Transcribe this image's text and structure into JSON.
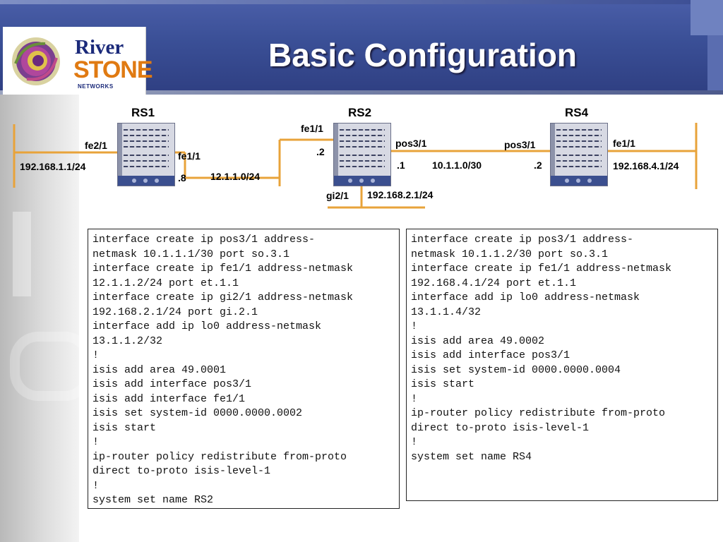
{
  "slide": {
    "title": "Basic Configuration"
  },
  "logo": {
    "line1": "River",
    "line2": "STONE",
    "line3": "NETWORKS"
  },
  "colors": {
    "header": "#3a4f96",
    "link": "#e8a33a",
    "logo_blue": "#1b2a7a",
    "logo_orange": "#e07a12"
  },
  "diagram": {
    "routers": [
      "RS1",
      "RS2",
      "RS4"
    ],
    "labels": {
      "rs1_fe2": "fe2/1",
      "rs1_net": "192.168.1.1/24",
      "rs1_fe1": "fe1/1",
      "rs1_host": ".8",
      "link12_net": "12.1.1.0/24",
      "rs2_fe1": "fe1/1",
      "rs2_fe1_host": ".2",
      "rs2_pos": "pos3/1",
      "rs2_pos_host": ".1",
      "rs2_gi": "gi2/1",
      "rs2_gi_net": "192.168.2.1/24",
      "link24_net": "10.1.1.0/30",
      "rs4_pos": "pos3/1",
      "rs4_pos_host": ".2",
      "rs4_fe1": "fe1/1",
      "rs4_net": "192.168.4.1/24"
    }
  },
  "config_rs2": [
    "interface create ip pos3/1 address-",
    "netmask 10.1.1.1/30 port so.3.1",
    "interface create ip fe1/1 address-netmask",
    "12.1.1.2/24 port et.1.1",
    "interface create ip gi2/1 address-netmask",
    "192.168.2.1/24 port gi.2.1",
    "interface add ip lo0 address-netmask",
    "13.1.1.2/32",
    "!",
    "isis add area 49.0001",
    "isis add interface pos3/1",
    "isis add interface fe1/1",
    "isis set system-id 0000.0000.0002",
    "isis start",
    "!",
    "ip-router policy redistribute from-proto",
    "direct to-proto isis-level-1",
    "!",
    "system set name RS2"
  ],
  "config_rs4": [
    "interface create ip pos3/1 address-",
    "netmask 10.1.1.2/30 port so.3.1",
    "interface create ip fe1/1 address-netmask",
    "192.168.4.1/24 port et.1.1",
    "interface add ip lo0 address-netmask",
    "13.1.1.4/32",
    "!",
    "isis add area 49.0002",
    "isis add interface pos3/1",
    "isis set system-id 0000.0000.0004",
    "isis start",
    "!",
    "ip-router policy redistribute from-proto",
    "direct to-proto isis-level-1",
    "!",
    "system set name RS4"
  ]
}
